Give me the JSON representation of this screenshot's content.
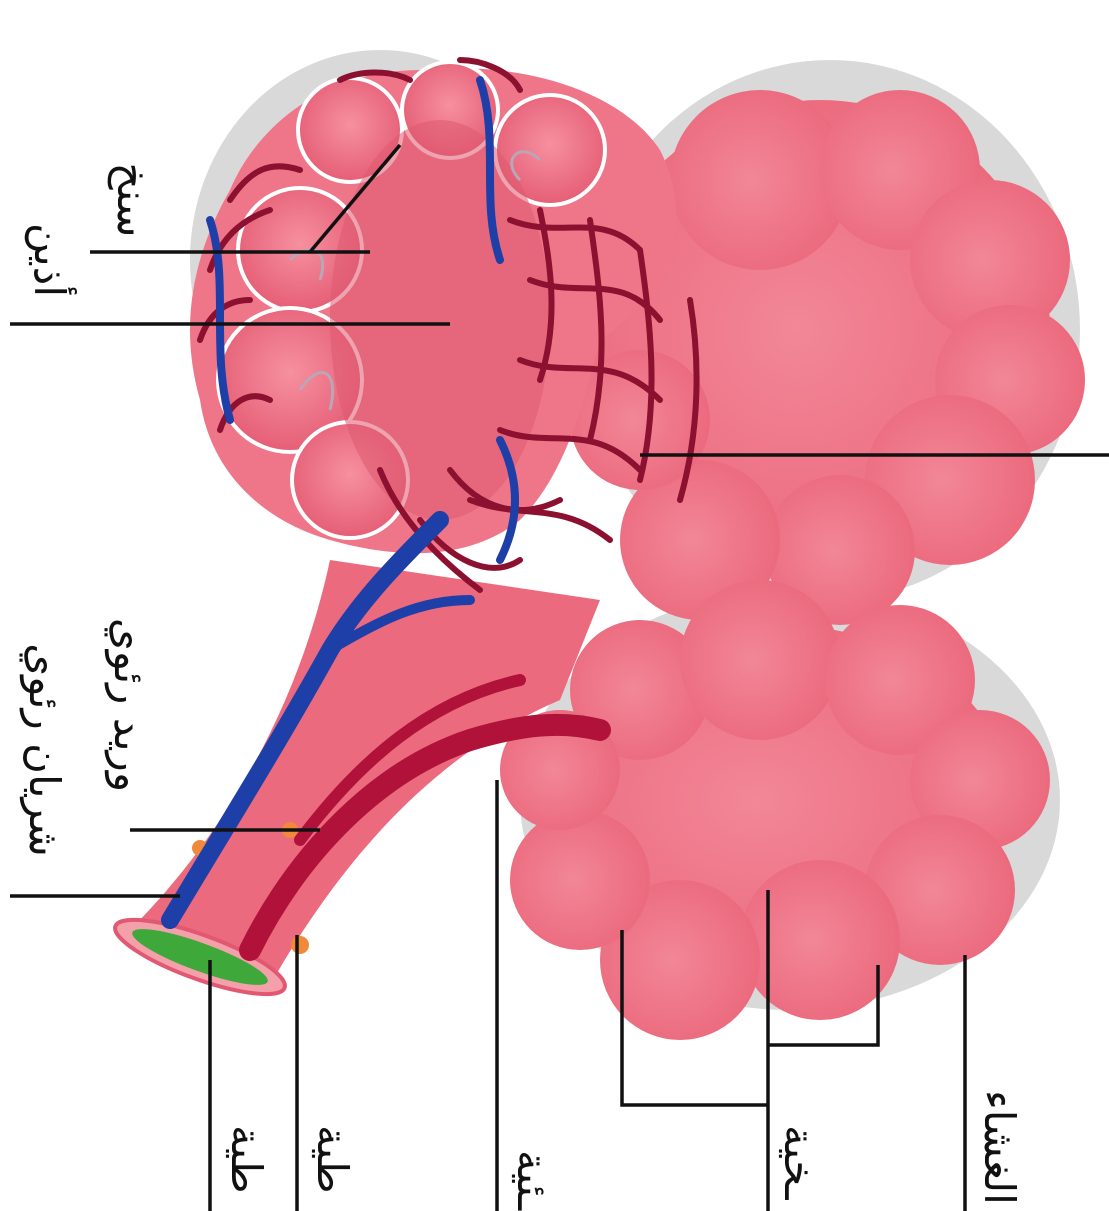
{
  "labels": {
    "sinus": "سنخ",
    "atrium": "أذين",
    "pulmonary_vein": "وريد رئوي",
    "pulmonary_artery": "شريان رئوي",
    "membrane": "الغشاء",
    "fragment_1": "ـخية",
    "fragment_2": "طية",
    "fragment_3": "طية",
    "fragment_4": "ـئية"
  },
  "colors": {
    "tissue": "#ec6a7e",
    "tissue_light": "#f58a9a",
    "vein": "#1f3fa8",
    "artery": "#b0123a",
    "bronchiole_inner": "#3fa83a",
    "shadow": "#c8c8c8"
  }
}
